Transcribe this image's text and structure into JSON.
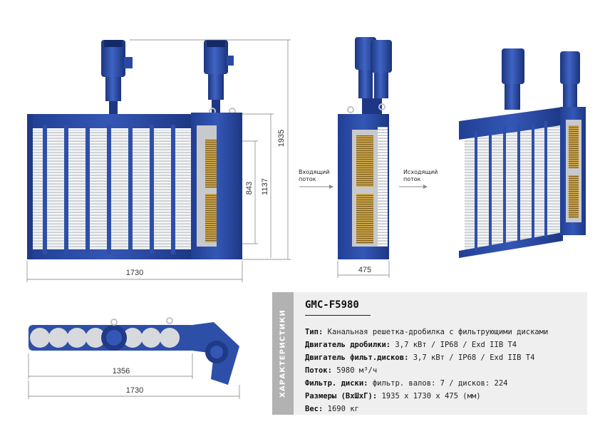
{
  "dimensions": {
    "front_width": "1730",
    "front_height": "1935",
    "front_inner_height": "1137",
    "brush_height": "843",
    "side_width": "475",
    "top_inner_width": "1356",
    "top_width": "1730"
  },
  "flow": {
    "inlet": [
      "Входящий",
      "поток"
    ],
    "outlet": [
      "Исходящий",
      "поток"
    ]
  },
  "specs": {
    "tab_label": "ХАРАКТЕРИСТИКИ",
    "model": "GMC-F5980",
    "rows": [
      {
        "label": "Тип:",
        "value": " Канальная решетка-дробилка  с фильтрующими дисками"
      },
      {
        "label": "Двигатель дробилки:",
        "value": " 3,7 кВт / IP68 / Exd IIB T4"
      },
      {
        "label": "Двигатель фильт.дисков:",
        "value": " 3,7 кВт / IP68 / Exd IIB T4"
      },
      {
        "label": "Поток:",
        "value": " 5980 м³/ч"
      },
      {
        "label": "Фильтр. диски:",
        "value": " фильтр. валов: 7 / дисков: 224"
      },
      {
        "label": "Размеры (ВхШхГ):",
        "value": " 1935 х 1730 х 475 (мм)"
      },
      {
        "label": "Вес:",
        "value": " 1690 кг"
      }
    ]
  },
  "colors": {
    "frame_blue": "#2e4fa8",
    "frame_dark": "#1f3a86",
    "brush_gold": "#c9a44a",
    "disc_grey": "#d7d9dc",
    "panel_bg": "#efefef",
    "panel_tab": "#b2b2b2"
  }
}
